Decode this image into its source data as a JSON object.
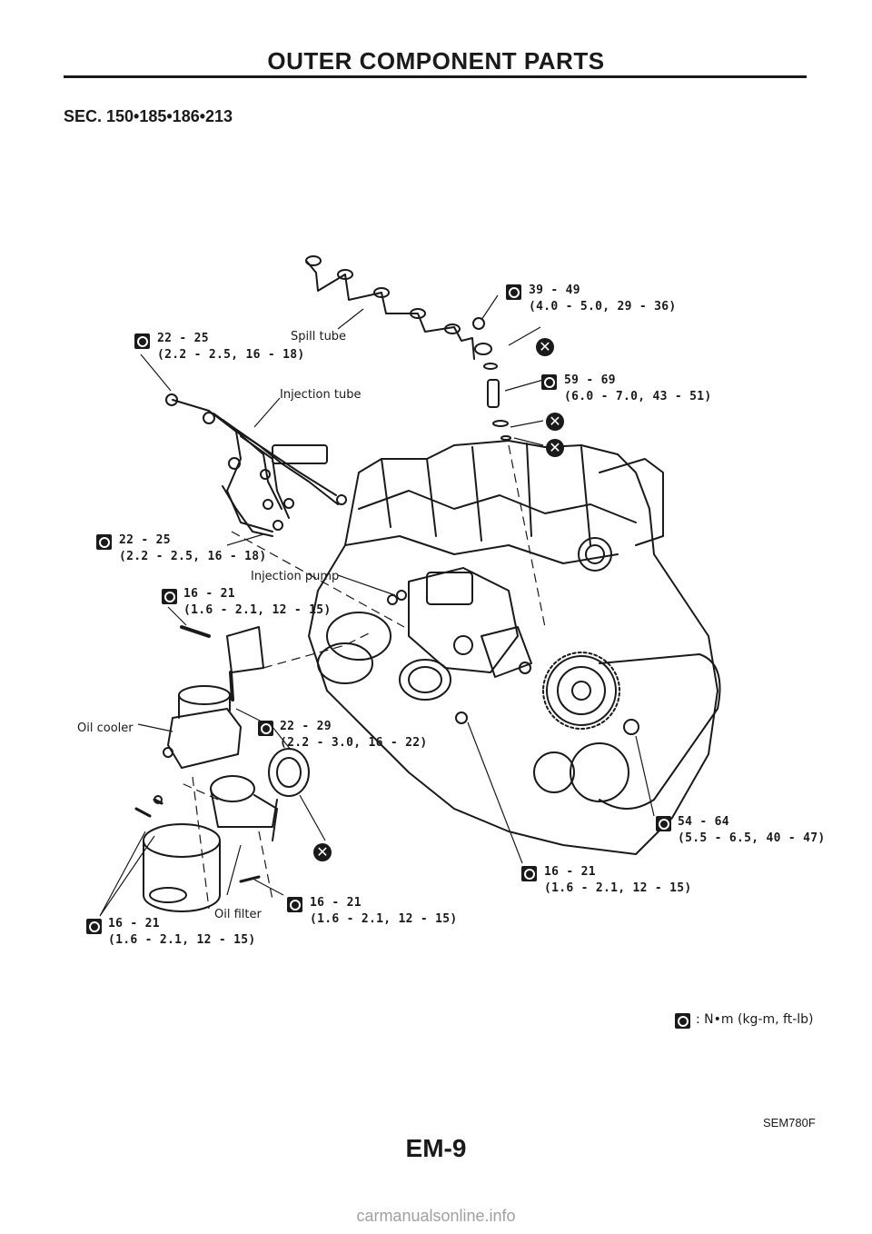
{
  "header": {
    "title": "OUTER COMPONENT PARTS"
  },
  "section": {
    "label": "SEC. 150•185•186•213"
  },
  "parts": {
    "spill_tube": "Spill tube",
    "injection_tube": "Injection tube",
    "injection_pump": "Injection pump",
    "oil_cooler": "Oil cooler",
    "oil_filter": "Oil filter"
  },
  "torques": {
    "t1": {
      "value": "39 - 49",
      "units": "(4.0 - 5.0, 29 - 36)"
    },
    "t2": {
      "value": "22 - 25",
      "units": "(2.2 - 2.5, 16 - 18)"
    },
    "t3": {
      "value": "59 - 69",
      "units": "(6.0 - 7.0, 43 - 51)"
    },
    "t4": {
      "value": "22 - 25",
      "units": "(2.2 - 2.5, 16 - 18)"
    },
    "t5": {
      "value": "16 - 21",
      "units": "(1.6 - 2.1, 12 - 15)"
    },
    "t6": {
      "value": "22 - 29",
      "units": "(2.2 - 3.0, 16 - 22)"
    },
    "t7": {
      "value": "54 - 64",
      "units": "(5.5 - 6.5, 40 - 47)"
    },
    "t8": {
      "value": "16 - 21",
      "units": "(1.6 - 2.1, 12 - 15)"
    },
    "t9": {
      "value": "16 - 21",
      "units": "(1.6 - 2.1, 12 - 15)"
    },
    "t10": {
      "value": "16 - 21",
      "units": "(1.6 - 2.1, 12 - 15)"
    }
  },
  "legend": {
    "text": ": N•m (kg-m, ft-lb)",
    "icon": "torque-wrench-icon"
  },
  "figure_code": "SEM780F",
  "page_number": "EM-9",
  "watermark": "carmanualsonline.info",
  "icons": {
    "replace": "replace-part-icon",
    "torque": "torque-wrench-icon"
  }
}
